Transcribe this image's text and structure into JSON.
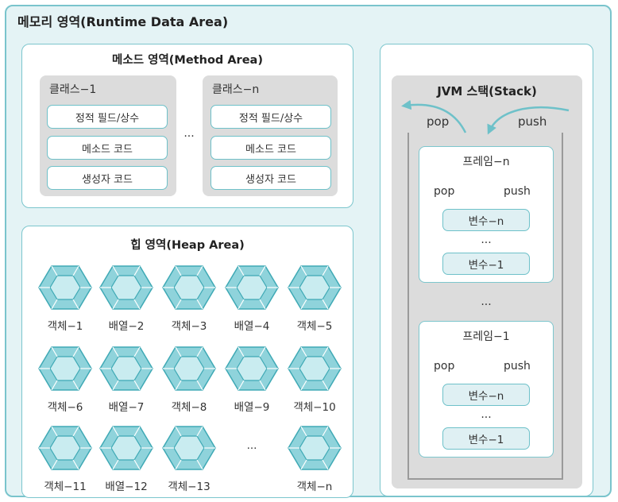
{
  "runtime_title": "메모리 영역(Runtime Data Area)",
  "method_area": {
    "title": "메소드 영역(Method Area)",
    "class1": {
      "name": "클래스−1",
      "items": [
        "정적 필드/상수",
        "메소드 코드",
        "생성자 코드"
      ]
    },
    "classn": {
      "name": "클래스−n",
      "items": [
        "정적 필드/상수",
        "메소드 코드",
        "생성자 코드"
      ]
    },
    "ellipsis": "..."
  },
  "heap": {
    "title": "힙 영역(Heap Area)",
    "items": [
      "객체−1",
      "배열−2",
      "객체−3",
      "배열−4",
      "객체−5",
      "객체−6",
      "배열−7",
      "객체−8",
      "배열−9",
      "객체−10",
      "객체−11",
      "배열−12",
      "객체−13",
      "...",
      "객체−n"
    ],
    "hex_color": "#8fd3db"
  },
  "stack": {
    "title": "JVM 스택(Stack)",
    "pop": "pop",
    "push": "push",
    "frame_n": {
      "title": "프레임−n",
      "pop": "pop",
      "push": "push",
      "var_top": "변수−n",
      "ellipsis": "...",
      "var_bottom": "변수−1"
    },
    "mid_ellipsis": "...",
    "frame_1": {
      "title": "프레임−1",
      "pop": "pop",
      "push": "push",
      "var_top": "변수−n",
      "ellipsis": "...",
      "var_bottom": "변수−1"
    }
  },
  "colors": {
    "border": "#79c4cc",
    "background": "#e4f3f5",
    "grey": "#dcdcdc"
  }
}
